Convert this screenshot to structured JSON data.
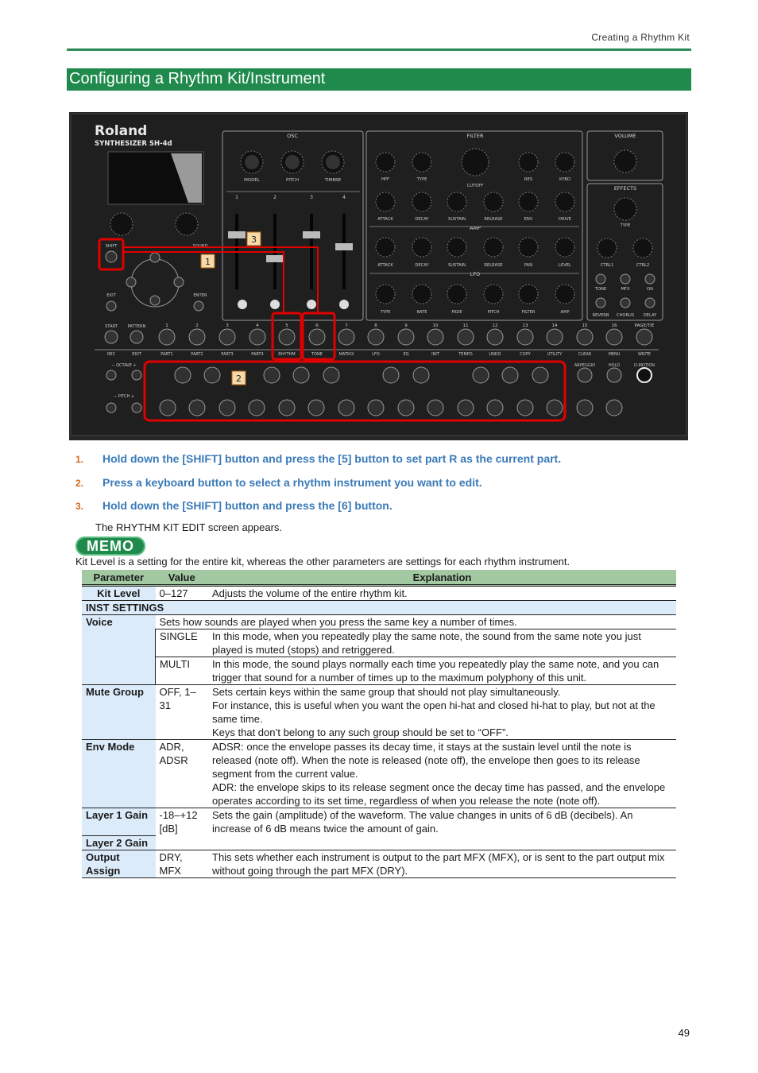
{
  "header": {
    "chapter": "Creating a Rhythm Kit"
  },
  "section": {
    "title": "Configuring a Rhythm Kit/Instrument"
  },
  "panel": {
    "brand": "Roland",
    "model": "SYNTHESIZER SH-4d",
    "sections": {
      "osc": "OSC",
      "filter": "FILTER",
      "amp": "AMP",
      "lfo": "LFO",
      "volume": "VOLUME",
      "effects": "EFFECTS"
    },
    "osc_knobs": [
      "MODEL",
      "PITCH",
      "TIMBRE"
    ],
    "slider_nums": [
      "1",
      "2",
      "3",
      "4"
    ],
    "filter_knobs_top": [
      "HPF",
      "TYPE",
      "CUTOFF",
      "RES",
      "KYBD"
    ],
    "filter_knobs_bottom": [
      "ATTACK",
      "DECAY",
      "SUSTAIN",
      "RELEASE",
      "ENV",
      "DRIVE"
    ],
    "amp_knobs": [
      "ATTACK",
      "DECAY",
      "SUSTAIN",
      "RELEASE",
      "PAN",
      "LEVEL"
    ],
    "lfo_knobs": [
      "TYPE",
      "RATE",
      "FADE",
      "PITCH",
      "FILTER",
      "AMP"
    ],
    "effects_knobs": [
      "TYPE",
      "CTRL1",
      "CTRL2"
    ],
    "effects_buttons": [
      "TONE",
      "MFX",
      "ON",
      "REVERB",
      "CHORUS",
      "DELAY"
    ],
    "left_labels": [
      "SHIFT",
      "EXIT",
      "ENTER",
      "START",
      "PATTERN",
      "SOUND"
    ],
    "step_numbers": [
      "1",
      "2",
      "3",
      "4",
      "5",
      "6",
      "7",
      "8",
      "9",
      "10",
      "11",
      "12",
      "13",
      "14",
      "15",
      "16",
      "PAGE/TIE"
    ],
    "step_functions": [
      "REC",
      "EDIT",
      "PART1",
      "PART2",
      "PART3",
      "PART4",
      "RHYTHM",
      "TONE",
      "MATRIX",
      "LFO",
      "EQ",
      "INIT",
      "TEMPO",
      "UNDO",
      "COPY",
      "UTILITY",
      "CLEAR",
      "MENU",
      "WRITE"
    ],
    "right_labels": [
      "ARPEGGIO",
      "HOLD",
      "D-MOTION"
    ],
    "octave_label": "− OCTAVE +",
    "pitch_label": "− PITCH +",
    "callouts": [
      "1",
      "2",
      "3"
    ],
    "highlight_color": "#e00000"
  },
  "steps": [
    {
      "num": "1.",
      "text": "Hold down the [SHIFT] button and press the [5] button to set part R as the current part."
    },
    {
      "num": "2.",
      "text": "Press a keyboard button to select a rhythm instrument you want to edit."
    },
    {
      "num": "3.",
      "text": "Hold down the [SHIFT] button and press the [6] button."
    }
  ],
  "step_note": "The RHYTHM KIT EDIT screen appears.",
  "memo": {
    "badge": "MEMO",
    "text": "Kit Level is a setting for the entire kit, whereas the other parameters are settings for each rhythm instrument."
  },
  "table": {
    "headers": [
      "Parameter",
      "Value",
      "Explanation"
    ],
    "kit_level": {
      "name": "Kit Level",
      "value": "0–127",
      "explanation": "Adjusts the volume of the entire rhythm kit."
    },
    "group": "INST SETTINGS",
    "voice": {
      "name": "Voice",
      "explanation": "Sets how sounds are played when you press the same key a number of times.",
      "options": [
        {
          "value": "SINGLE",
          "explanation": "In this mode, when you repeatedly play the same note, the sound from the same note you just played is muted (stops) and retriggered."
        },
        {
          "value": "MULTI",
          "explanation": "In this mode, the sound plays normally each time you repeatedly play the same note, and you can trigger that sound for a number of times up to the maximum polyphony of this unit."
        }
      ]
    },
    "mute_group": {
      "name": "Mute Group",
      "value": "OFF, 1–31",
      "lines": [
        "Sets certain keys within the same group that should not play simultaneously.",
        "For instance, this is useful when you want the open hi-hat and closed hi-hat to play, but not at the same time.",
        "Keys that don’t belong to any such group should be set to “OFF”."
      ]
    },
    "env_mode": {
      "name": "Env Mode",
      "value": "ADR, ADSR",
      "lines": [
        "ADSR: once the envelope passes its decay time, it stays at the sustain level until the note is released (note off). When the note is released (note off), the envelope then goes to its release segment from the current value.",
        "ADR: the envelope skips to its release segment once the decay time has passed, and the envelope operates according to its set time, regardless of when you release the note (note off)."
      ]
    },
    "layer_gain": {
      "name1": "Layer 1 Gain",
      "name2": "Layer 2 Gain",
      "value": "-18–+12 [dB]",
      "explanation": "Sets the gain (amplitude) of the waveform. The value changes in units of 6 dB (decibels). An increase of 6 dB means twice the amount of gain."
    },
    "output_assign": {
      "name": "Output Assign",
      "value": "DRY, MFX",
      "explanation": "This sets whether each instrument is output to the part MFX (MFX), or is sent to the part output mix without going through the part MFX (DRY)."
    }
  },
  "page_number": "49"
}
